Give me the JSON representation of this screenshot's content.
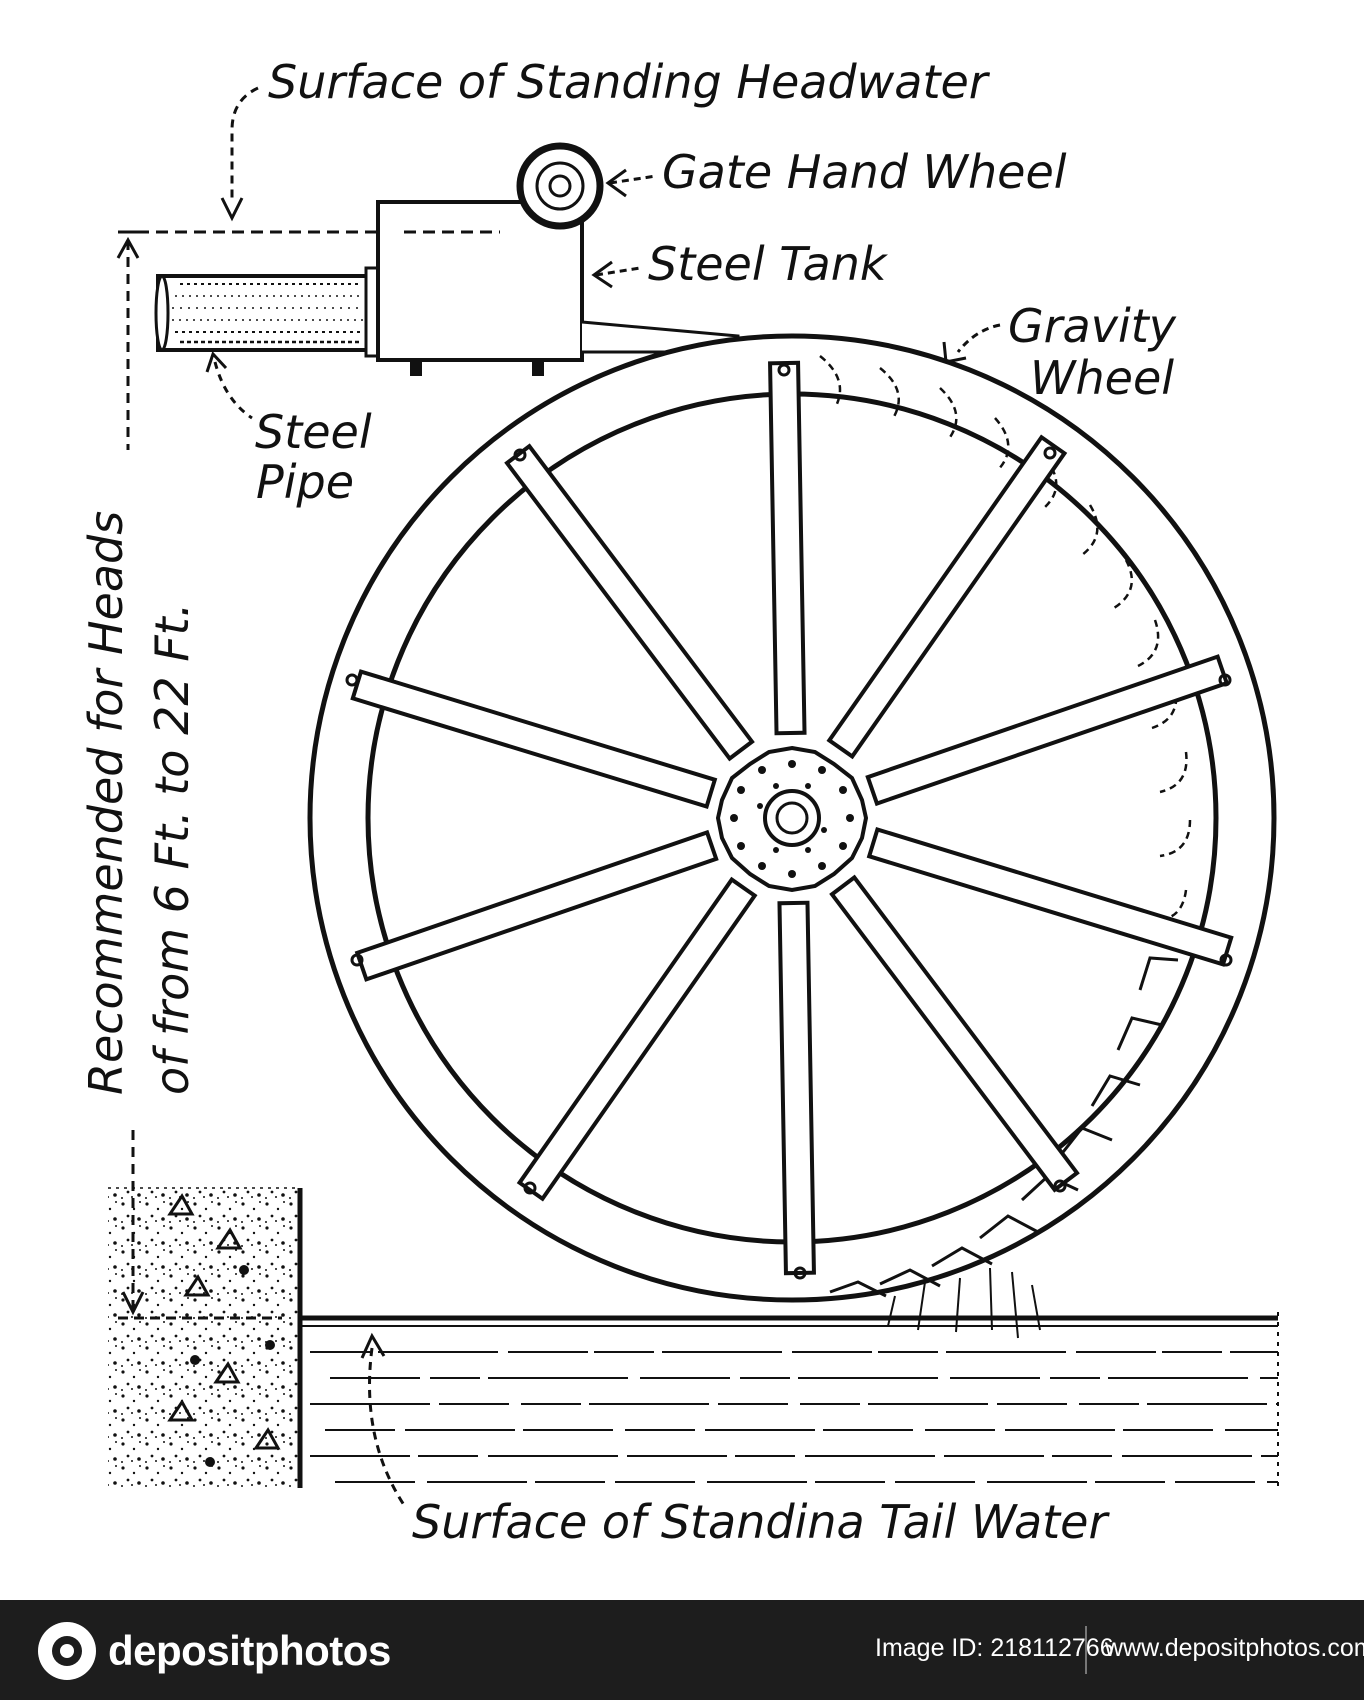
{
  "labels": {
    "headwater": "Surface of Standing Headwater",
    "hand_wheel": "Gate Hand Wheel",
    "steel_tank": "Steel Tank",
    "gravity_wheel_line1": "Gravity",
    "gravity_wheel_line2": "Wheel",
    "steel_pipe_line1": "Steel",
    "steel_pipe_line2": "Pipe",
    "heads_line1": "Recommended for Heads",
    "heads_line2": "of from 6 Ft. to 22 Ft.",
    "tail_water": "Surface of Standina Tail Water"
  },
  "footer": {
    "brand": "depositphotos",
    "image_id": "Image ID: 218112766",
    "url": "www.depositphotos.com"
  },
  "colors": {
    "ink": "#111111",
    "footer_bg": "#1d1d1d",
    "footer_text": "#ffffff"
  }
}
